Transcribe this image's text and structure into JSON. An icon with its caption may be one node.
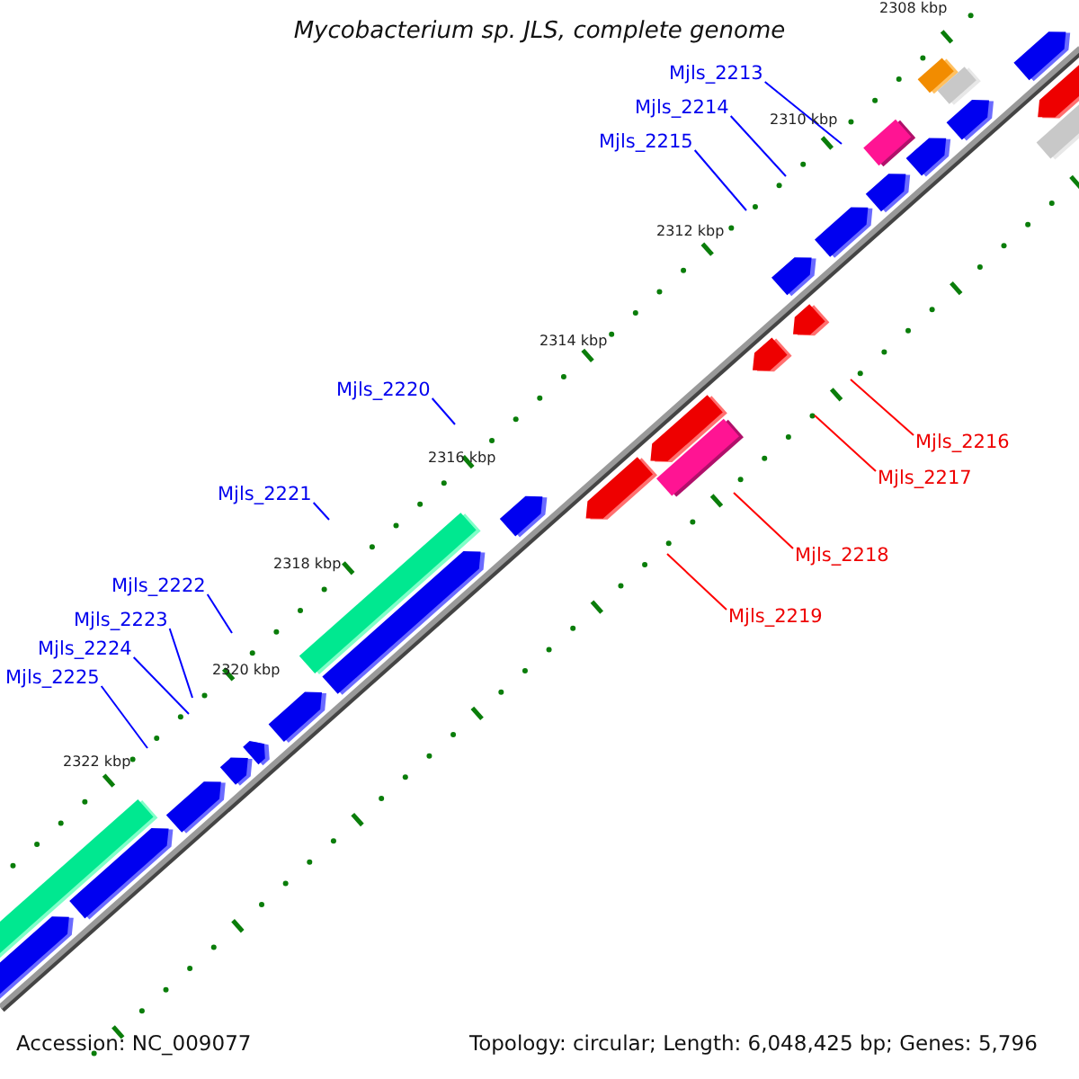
{
  "diagram": {
    "title": "Mycobacterium sp. JLS, complete genome",
    "nodes": [
      {
        "text": [
          "Mjls_2213"
        ]
      },
      {
        "text": [
          "Mjls_2214"
        ]
      },
      {
        "text": [
          "Mjls_2215"
        ]
      },
      {
        "text": [
          "Mjls_2216"
        ]
      },
      {
        "text": [
          "Mjls_2217"
        ]
      },
      {
        "text": [
          "Mjls_2218"
        ]
      },
      {
        "text": [
          "Mjls_2219"
        ]
      },
      {
        "text": [
          "Mjls_2220"
        ]
      },
      {
        "text": [
          "Mjls_2221"
        ]
      },
      {
        "text": [
          "Mjls_2222"
        ]
      },
      {
        "text": [
          "Mjls_2223"
        ]
      },
      {
        "text": [
          "Mjls_2224"
        ]
      },
      {
        "text": [
          "Mjls_2225"
        ]
      }
    ],
    "edges": [
      {
        "from": 0,
        "to": null,
        "arrow": "none"
      },
      {
        "from": 1,
        "to": null,
        "arrow": "none"
      },
      {
        "from": 2,
        "to": null,
        "arrow": "none"
      },
      {
        "from": 3,
        "to": null,
        "arrow": "none",
        "color": "#ff0000"
      },
      {
        "from": 4,
        "to": null,
        "arrow": "none",
        "color": "#ff0000"
      },
      {
        "from": 5,
        "to": null,
        "arrow": "none",
        "color": "#ff0000"
      },
      {
        "from": 6,
        "to": null,
        "arrow": "none",
        "color": "#ff0000"
      },
      {
        "from": 7,
        "to": null,
        "arrow": "none"
      },
      {
        "from": 8,
        "to": null,
        "arrow": "none"
      },
      {
        "from": 9,
        "to": null,
        "arrow": "none"
      },
      {
        "from": 10,
        "to": null,
        "arrow": "none"
      },
      {
        "from": 11,
        "to": null,
        "arrow": "none"
      },
      {
        "from": 12,
        "to": null,
        "arrow": "none"
      }
    ],
    "labels": [
      "2308 kbp",
      "2310 kbp",
      "2312 kbp",
      "2314 kbp",
      "2316 kbp",
      "2318 kbp",
      "2320 kbp",
      "2322 kbp",
      "Accession: NC_009077",
      "Topology: circular; Length: 6,048,425 bp; Genes: 5,796"
    ]
  }
}
